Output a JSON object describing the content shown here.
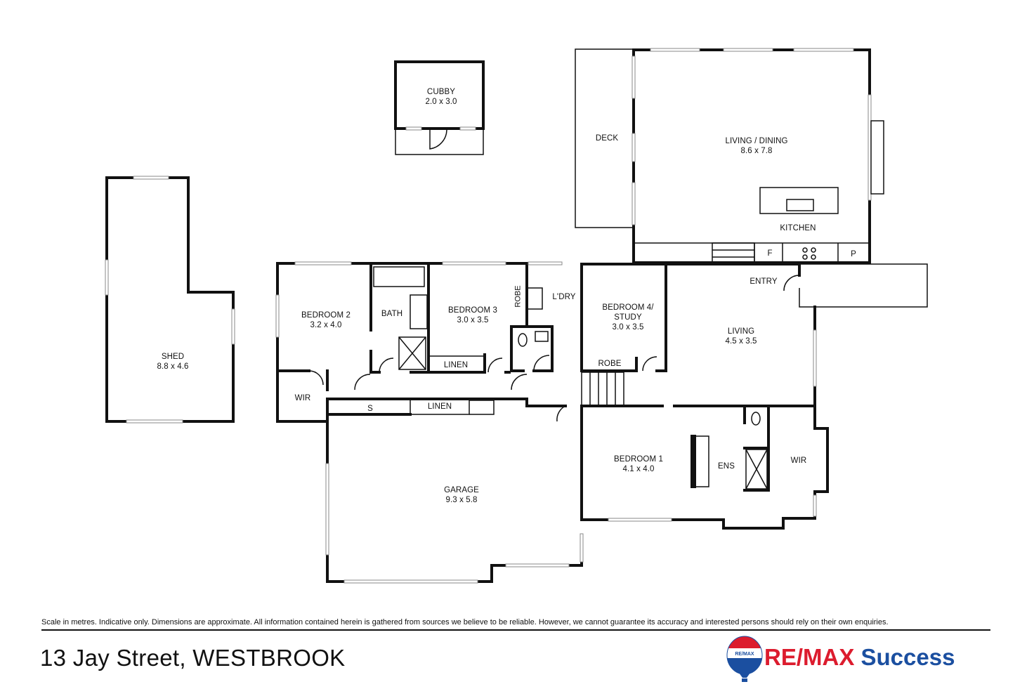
{
  "rooms": {
    "cubby": {
      "name": "CUBBY",
      "dim": "2.0 x 3.0"
    },
    "deck": {
      "name": "DECK"
    },
    "living_dining": {
      "name": "LIVING / DINING",
      "dim": "8.6 x 7.8"
    },
    "kitchen": {
      "name": "KITCHEN"
    },
    "fridge": {
      "name": "F"
    },
    "pantry": {
      "name": "P"
    },
    "shed": {
      "name": "SHED",
      "dim": "8.8 x 4.6"
    },
    "bedroom2": {
      "name": "BEDROOM 2",
      "dim": "3.2 x 4.0"
    },
    "bath": {
      "name": "BATH"
    },
    "bedroom3": {
      "name": "BEDROOM 3",
      "dim": "3.0 x 3.5"
    },
    "robe_vertical": {
      "name": "ROBE"
    },
    "laundry": {
      "name": "L'DRY"
    },
    "bedroom4": {
      "name": "BEDROOM 4/",
      "name2": "STUDY",
      "dim": "3.0 x 3.5"
    },
    "entry": {
      "name": "ENTRY"
    },
    "living": {
      "name": "LIVING",
      "dim": "4.5 x 3.5"
    },
    "linen_upper": {
      "name": "LINEN"
    },
    "robe_bed4": {
      "name": "ROBE"
    },
    "wir_left": {
      "name": "WIR"
    },
    "storage": {
      "name": "S"
    },
    "linen_lower": {
      "name": "LINEN"
    },
    "garage": {
      "name": "GARAGE",
      "dim": "9.3 x 5.8"
    },
    "bedroom1": {
      "name": "BEDROOM 1",
      "dim": "4.1 x 4.0"
    },
    "ensuite": {
      "name": "ENS"
    },
    "wir_right": {
      "name": "WIR"
    }
  },
  "footer": {
    "disclaimer": "Scale in metres. Indicative only. Dimensions are approximate. All information contained herein is gathered from sources we believe to be reliable. However, we cannot guarantee its accuracy and interested persons should rely on their own enquiries.",
    "address": "13 Jay Street, WESTBROOK",
    "brand_remax": "RE/MAX",
    "brand_success": "Success",
    "balloon_text": "RE/MAX"
  },
  "colors": {
    "remax_red": "#dc1c2e",
    "remax_blue": "#1b4fa0",
    "wall": "#111111"
  }
}
